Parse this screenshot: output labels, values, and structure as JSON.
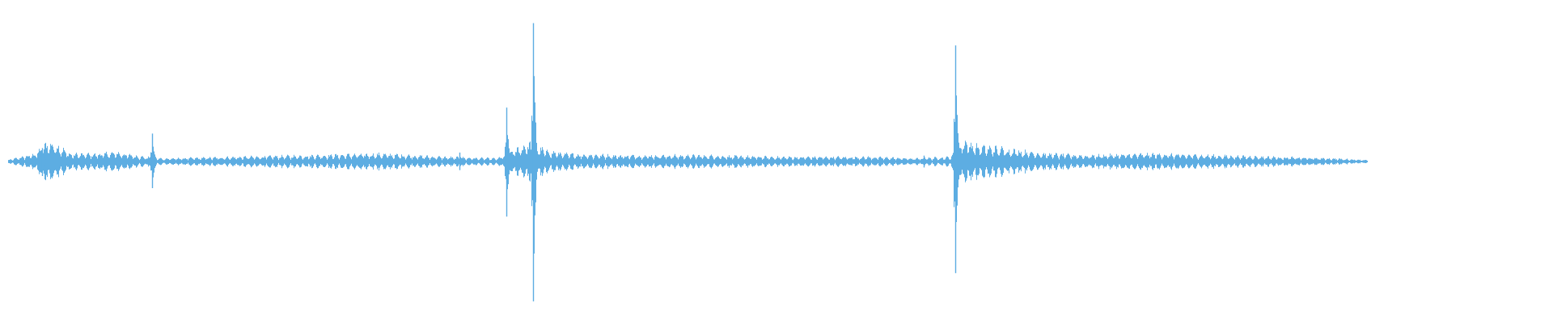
{
  "waveform": {
    "color": "#5DADE2",
    "background": "#ffffff",
    "duration_fraction_drawn": 0.716,
    "normalized_peak_amplitude": 1.0,
    "transients": [
      {
        "t": 0.027,
        "amplitude": 0.1
      },
      {
        "t": 0.098,
        "amplitude": 0.2
      },
      {
        "t": 0.296,
        "amplitude": 0.06
      },
      {
        "t": 0.326,
        "amplitude": 0.37
      },
      {
        "t": 0.343,
        "amplitude": 1.0
      },
      {
        "t": 0.595,
        "amplitude": 0.05
      },
      {
        "t": 0.615,
        "amplitude": 0.87
      }
    ],
    "envelope": [
      {
        "t": 0.005,
        "amplitude": 0.01
      },
      {
        "t": 0.022,
        "amplitude": 0.05
      },
      {
        "t": 0.031,
        "amplitude": 0.13
      },
      {
        "t": 0.038,
        "amplitude": 0.1
      },
      {
        "t": 0.045,
        "amplitude": 0.05
      },
      {
        "t": 0.06,
        "amplitude": 0.05
      },
      {
        "t": 0.075,
        "amplitude": 0.06
      },
      {
        "t": 0.093,
        "amplitude": 0.03
      },
      {
        "t": 0.105,
        "amplitude": 0.02
      },
      {
        "t": 0.15,
        "amplitude": 0.03
      },
      {
        "t": 0.2,
        "amplitude": 0.04
      },
      {
        "t": 0.245,
        "amplitude": 0.05
      },
      {
        "t": 0.285,
        "amplitude": 0.03
      },
      {
        "t": 0.32,
        "amplitude": 0.02
      },
      {
        "t": 0.34,
        "amplitude": 0.12
      },
      {
        "t": 0.352,
        "amplitude": 0.07
      },
      {
        "t": 0.365,
        "amplitude": 0.05
      },
      {
        "t": 0.4,
        "amplitude": 0.04
      },
      {
        "t": 0.45,
        "amplitude": 0.04
      },
      {
        "t": 0.5,
        "amplitude": 0.03
      },
      {
        "t": 0.56,
        "amplitude": 0.03
      },
      {
        "t": 0.59,
        "amplitude": 0.02
      },
      {
        "t": 0.612,
        "amplitude": 0.03
      },
      {
        "t": 0.62,
        "amplitude": 0.14
      },
      {
        "t": 0.63,
        "amplitude": 0.1
      },
      {
        "t": 0.65,
        "amplitude": 0.08
      },
      {
        "t": 0.675,
        "amplitude": 0.05
      },
      {
        "t": 0.7,
        "amplitude": 0.04
      },
      {
        "t": 0.74,
        "amplitude": 0.05
      },
      {
        "t": 0.78,
        "amplitude": 0.04
      },
      {
        "t": 0.82,
        "amplitude": 0.03
      },
      {
        "t": 0.86,
        "amplitude": 0.02
      },
      {
        "t": 0.88,
        "amplitude": 0.01
      }
    ]
  }
}
